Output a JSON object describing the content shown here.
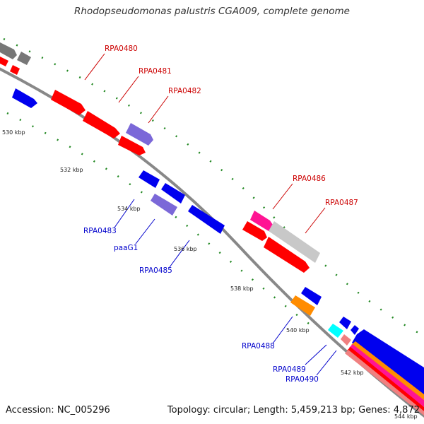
{
  "title": "Rhodopseudomonas palustris CGA009, complete genome",
  "footer": {
    "accession": "Accession: NC_005296",
    "info": "Topology: circular; Length: 5,459,213 bp; Genes: 4,872"
  },
  "ticks": [
    "530 kbp",
    "532 kbp",
    "534 kbp",
    "536 kbp",
    "538 kbp",
    "540 kbp",
    "542 kbp",
    "544 kbp"
  ],
  "genes": [
    {
      "label": "RPA0480",
      "strand": "forward",
      "color": "#ff0000"
    },
    {
      "label": "RPA0481",
      "strand": "forward",
      "color": "#ff0000"
    },
    {
      "label": "RPA0482",
      "strand": "forward",
      "color": "#ff0000"
    },
    {
      "label": "RPA0483",
      "strand": "reverse",
      "color": "#0000ff"
    },
    {
      "label": "paaG1",
      "strand": "reverse",
      "color": "#7b68d8"
    },
    {
      "label": "RPA0485",
      "strand": "reverse",
      "color": "#0000ff"
    },
    {
      "label": "RPA0486",
      "strand": "forward",
      "color": "#ff1493"
    },
    {
      "label": "RPA0487",
      "strand": "forward",
      "color": "#ff0000"
    },
    {
      "label": "RPA0488",
      "strand": "reverse",
      "color": "#ff8c00"
    },
    {
      "label": "RPA0489",
      "strand": "reverse",
      "color": "#00ffff"
    },
    {
      "label": "RPA0490",
      "strand": "reverse",
      "color": "#f08080"
    }
  ]
}
